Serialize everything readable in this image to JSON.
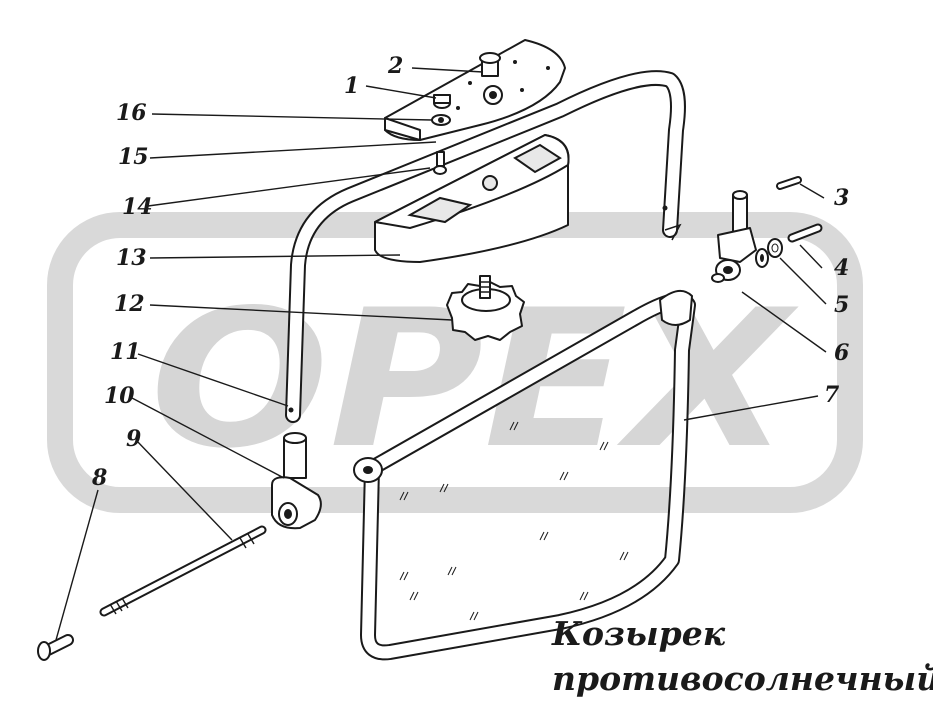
{
  "watermark": {
    "text": "OPEX"
  },
  "title": {
    "line1": "Козырек",
    "line2": "противосолнечный"
  },
  "callouts": [
    "1",
    "2",
    "3",
    "4",
    "5",
    "6",
    "7",
    "8",
    "9",
    "10",
    "11",
    "12",
    "13",
    "14",
    "15",
    "16"
  ]
}
